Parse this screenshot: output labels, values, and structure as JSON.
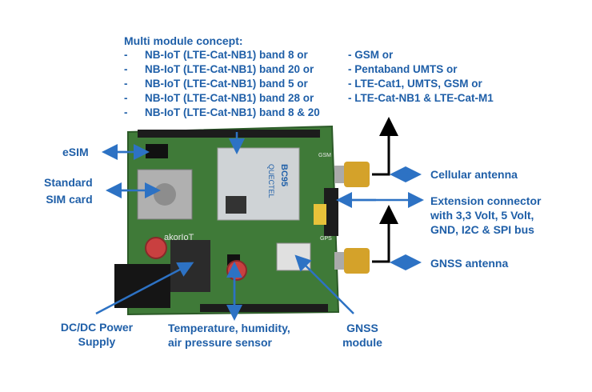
{
  "concept": {
    "title": "Multi module concept:",
    "bullet": "-",
    "left_items": [
      "NB-IoT (LTE-Cat-NB1) band 8 or",
      "NB-IoT (LTE-Cat-NB1) band 20 or",
      "NB-IoT (LTE-Cat-NB1) band 5 or",
      "NB-IoT (LTE-Cat-NB1) band 28 or",
      "NB-IoT (LTE-Cat-NB1) band 8 & 20"
    ],
    "right_items": [
      "- GSM or",
      "- Pentaband UMTS or",
      "- LTE-Cat1, UMTS, GSM or",
      "- LTE-Cat-NB1 & LTE-Cat-M1"
    ]
  },
  "labels": {
    "esim": "eSIM",
    "standard_sim_1": "Standard",
    "standard_sim_2": "SIM card",
    "cellular_antenna": "Cellular antenna",
    "extension_1": "Extension connector",
    "extension_2": "with 3,3 Volt, 5 Volt,",
    "extension_3": "GND, I2C & SPI bus",
    "gnss_antenna": "GNSS antenna",
    "dcdc_1": "DC/DC Power",
    "dcdc_2": "Supply",
    "sensor_1": "Temperature, humidity,",
    "sensor_2": "air pressure sensor",
    "gnss_module_1": "GNSS",
    "gnss_module_2": "module"
  },
  "board_text": {
    "brand": "akorIoT",
    "module_logo": "QUECTEL",
    "module_model": "BC95",
    "gps_mark": "GPS",
    "gsm_mark": "GSM"
  },
  "colors": {
    "label": "#1f5fa8",
    "arrow": "#2d72c4",
    "board": "#3f7a38",
    "header_pins": "#222222",
    "antenna_gold": "#d4a22a"
  }
}
